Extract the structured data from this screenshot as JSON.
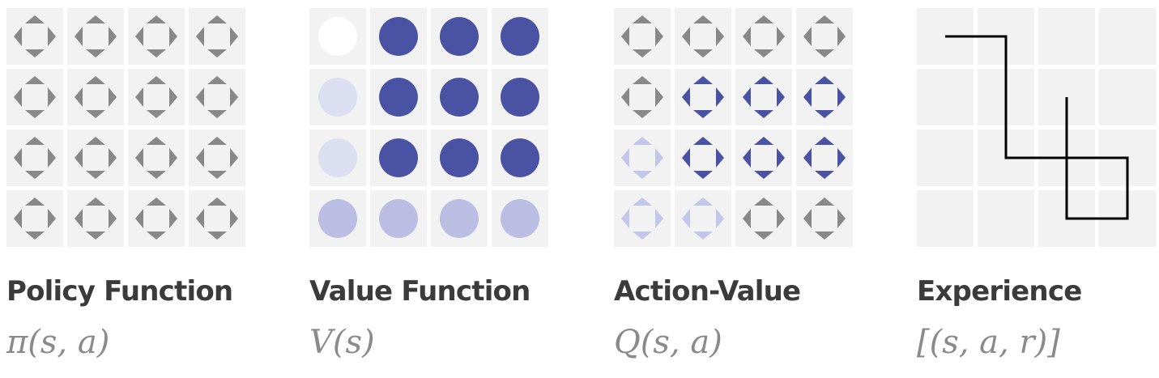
{
  "colors": {
    "cell_bg": "#f2f2f2",
    "gray_arrow": "#888888",
    "blue_strong": "#4a53a3",
    "blue_medium": "#bbbde3",
    "blue_light": "#dcdff2",
    "blue_pale": "#c3c6eb",
    "white": "#ffffff",
    "path": "#000000"
  },
  "panels": [
    {
      "id": "policy",
      "title": "Policy Function",
      "formula": "π(s, a)",
      "grid": [
        [
          "gray",
          "gray",
          "gray",
          "gray"
        ],
        [
          "gray",
          "gray",
          "gray",
          "gray"
        ],
        [
          "gray",
          "gray",
          "gray",
          "gray"
        ],
        [
          "gray",
          "gray",
          "gray",
          "gray"
        ]
      ]
    },
    {
      "id": "value",
      "title": "Value Function",
      "formula": "V(s)",
      "grid": [
        [
          "white",
          "strong",
          "strong",
          "strong"
        ],
        [
          "light",
          "strong",
          "strong",
          "strong"
        ],
        [
          "light",
          "strong",
          "strong",
          "strong"
        ],
        [
          "medium",
          "medium",
          "medium",
          "medium"
        ]
      ]
    },
    {
      "id": "action_value",
      "title": "Action-Value",
      "formula": "Q(s, a)",
      "grid": [
        [
          "gray",
          "gray",
          "gray",
          "gray"
        ],
        [
          "gray",
          "strong",
          "strong",
          "strong"
        ],
        [
          "pale",
          "strong",
          "strong",
          "strong"
        ],
        [
          "pale",
          "pale",
          "gray",
          "gray"
        ]
      ]
    },
    {
      "id": "experience",
      "title": "Experience",
      "formula": "[(s, a, r)]",
      "path": [
        [
          0.5,
          0.5
        ],
        [
          1.5,
          0.5
        ],
        [
          1.5,
          2.5
        ],
        [
          3.5,
          2.5
        ],
        [
          3.5,
          3.5
        ],
        [
          2.5,
          3.5
        ],
        [
          2.5,
          1.5
        ]
      ]
    }
  ]
}
